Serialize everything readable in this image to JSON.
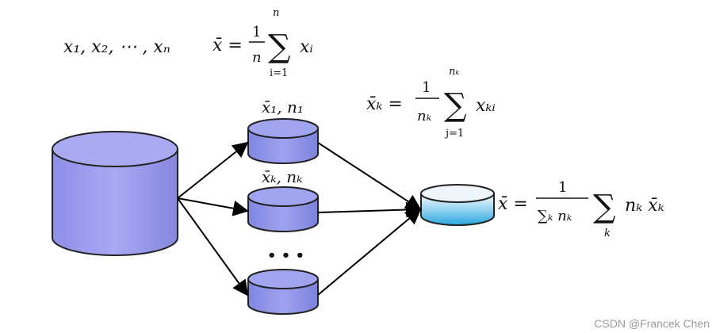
{
  "formulas": {
    "samples": "x₁, x₂, ⋯ , xₙ",
    "global_mean_lhs": "x̄ =",
    "global_mean_frac_num": "1",
    "global_mean_frac_den": "n",
    "global_mean_sum_top": "n",
    "global_mean_sum_bottom": "i=1",
    "global_mean_term": "xᵢ",
    "group_mean_lhs": "x̄ₖ =",
    "group_mean_frac_num": "1",
    "group_mean_frac_den": "nₖ",
    "group_mean_sum_top": "nₖ",
    "group_mean_sum_bottom": "j=1",
    "group_mean_term": "xₖᵢ",
    "combined_lhs": "x̄ =",
    "combined_frac_num": "1",
    "combined_frac_den": "∑ₖ nₖ",
    "combined_sum_bottom": "k",
    "combined_term": "nₖ x̄ₖ"
  },
  "labels": {
    "group1": "x̄₁, n₁",
    "groupk": "x̄ₖ, nₖ",
    "ellipsis": "• • •"
  },
  "colors": {
    "source_db": "#9999ee",
    "group_db": "#8c93e8",
    "result_db_top": "#ffffff",
    "result_db_bottom": "#29a7e0"
  },
  "watermark": "CSDN @Francek Chen"
}
